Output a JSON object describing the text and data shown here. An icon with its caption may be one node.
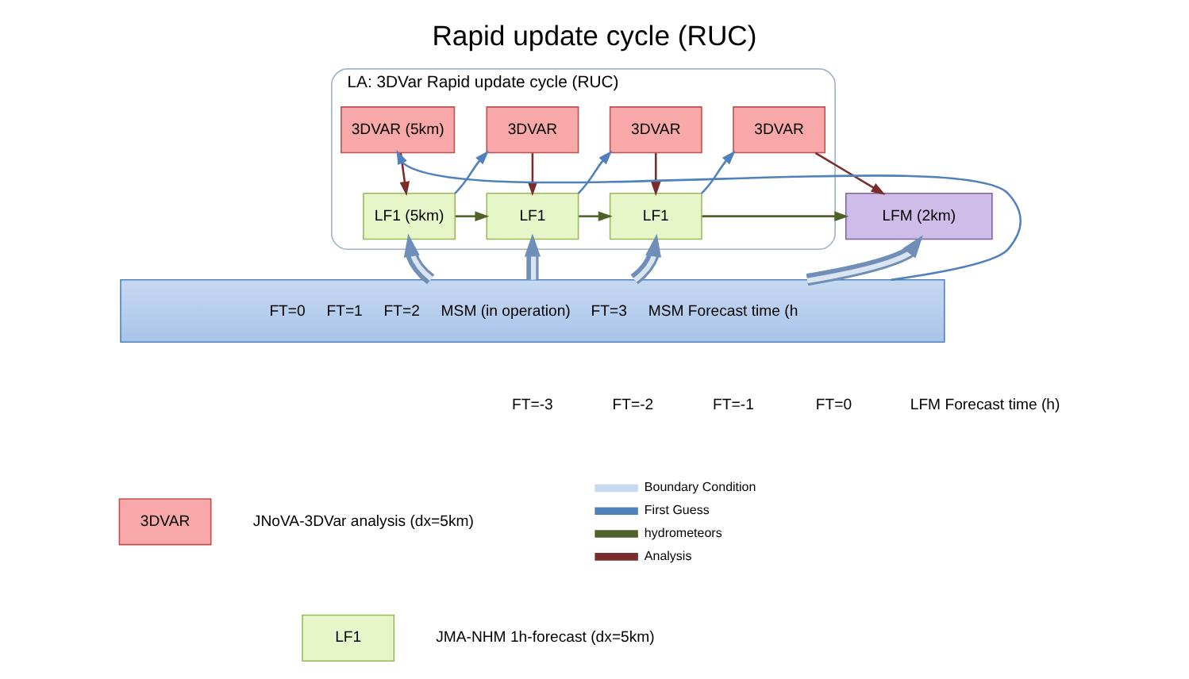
{
  "diagram": {
    "title": "Rapid update cycle (RUC)",
    "nodes": [
      {
        "text": [
          "LA: 3DVar Rapid update cycle (RUC)"
        ]
      },
      {
        "text": [
          "3DVAR (5km)"
        ],
        "in": 0
      },
      {
        "text": [
          "LF1 (5km)"
        ],
        "in": 0
      },
      {
        "text": [
          "3DVAR"
        ],
        "in": 0
      },
      {
        "text": [
          "LF1"
        ],
        "in": 0
      },
      {
        "text": [
          "3DVAR"
        ],
        "in": 0
      },
      {
        "text": [
          "LF1"
        ],
        "in": 0
      },
      {
        "text": [
          "3DVAR"
        ],
        "in": 0
      },
      {
        "text": [
          "LFM (2km)"
        ]
      },
      {
        "text": [
          "FT=0",
          "FT=1",
          "FT=2",
          "MSM (in operation)",
          "FT=3",
          "MSM Forecast time (h"
        ]
      },
      {
        "text": [
          "3DVAR"
        ],
        "beside": [
          "JNoVA-3DVar analysis (dx=5km)"
        ]
      },
      {
        "text": [
          "LF1"
        ],
        "beside": [
          "JMA-NHM 1h-forecast (dx=5km)"
        ]
      }
    ],
    "edges": [
      {
        "from": 9,
        "to": 1,
        "arrow": "to",
        "color": "#4f81bd"
      },
      {
        "from": 1,
        "to": 2,
        "arrow": "to",
        "color": "#7b2c2c"
      },
      {
        "from": 2,
        "to": 3,
        "arrow": "to",
        "color": "#4f81bd"
      },
      {
        "from": 2,
        "to": 4,
        "arrow": "to",
        "color": "#4f6228"
      },
      {
        "from": 3,
        "to": 4,
        "arrow": "to",
        "color": "#7b2c2c"
      },
      {
        "from": 4,
        "to": 5,
        "arrow": "to",
        "color": "#4f81bd"
      },
      {
        "from": 4,
        "to": 6,
        "arrow": "to",
        "color": "#4f6228"
      },
      {
        "from": 5,
        "to": 6,
        "arrow": "to",
        "color": "#7b2c2c"
      },
      {
        "from": 6,
        "to": 7,
        "arrow": "to",
        "color": "#4f81bd"
      },
      {
        "from": 6,
        "to": 8,
        "arrow": "to",
        "color": "#4f6228"
      },
      {
        "from": 7,
        "to": 8,
        "arrow": "to",
        "color": "#7b2c2c"
      },
      {
        "from": 9,
        "to": 2,
        "arrow": "to",
        "style": "thick",
        "color": "#6f8fb8"
      },
      {
        "from": 9,
        "to": 4,
        "arrow": "to",
        "style": "thick",
        "color": "#6f8fb8"
      },
      {
        "from": 9,
        "to": 6,
        "arrow": "to",
        "style": "thick",
        "color": "#6f8fb8"
      },
      {
        "from": 9,
        "to": 8,
        "arrow": "to",
        "style": "thick",
        "color": "#6f8fb8"
      }
    ],
    "labels": [
      "FT=-3",
      "FT=-2",
      "FT=-1",
      "FT=0",
      "LFM Forecast time (h)"
    ],
    "legend": [
      {
        "text": "Boundary Condition"
      },
      {
        "text": "First Guess"
      },
      {
        "text": "hydrometeors"
      },
      {
        "text": "Analysis"
      }
    ]
  }
}
